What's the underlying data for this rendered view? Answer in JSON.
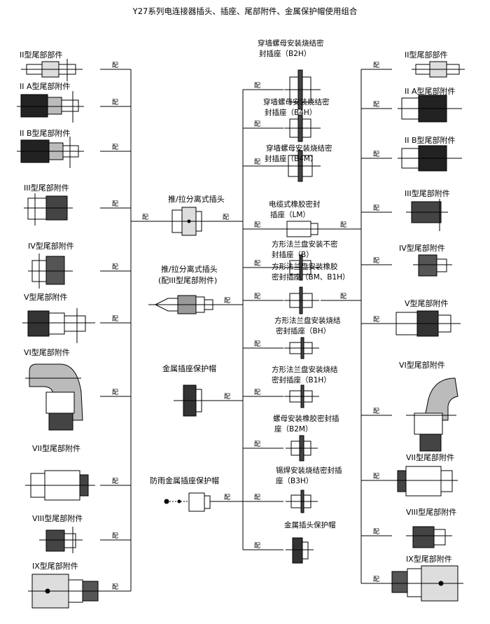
{
  "title": "Y27系列电连接器插头、插座、尾部附件、金属保护帽使用组合",
  "connector_word": "配",
  "left_accessories": [
    "II型尾部部件",
    "II A型尾部附件",
    "II B型尾部附件",
    "III型尾部附件",
    "IV型尾部附件",
    "V型尾部附件",
    "VI型尾部附件",
    "VII型尾部附件",
    "VIII型尾部附件",
    "IX型尾部附件"
  ],
  "plugs": {
    "push_pull": "推/拉分离式插头",
    "push_pull_iii_1": "推/拉分离式插头",
    "push_pull_iii_2": "(配III型尾部附件)",
    "metal_socket_cap": "金属插座保护帽",
    "rainproof_cap": "防雨金属插座保护帽"
  },
  "sockets": [
    {
      "l1": "穿墙螺母安装烧结密",
      "l2": "封插座（B2H）"
    },
    {
      "l1": "穿墙螺母安装烧结密",
      "l2": "封插座（B4H）"
    },
    {
      "l1": "穿墙螺母安装烧结密",
      "l2": "封插座（B4M）"
    },
    {
      "l1": "电缆式橡胶密封",
      "l2": "插座（LM）"
    },
    {
      "l1": "方形法兰盘安装不密",
      "l2": "封插座（B）"
    },
    {
      "l1": "方形法兰盘安装橡胶",
      "l2": "密封插座（BM、B1H）"
    },
    {
      "l1": "方形法兰盘安装烧结",
      "l2": "密封插座（BH）"
    },
    {
      "l1": "方形法兰盘安装烧结",
      "l2": "密封插座（B1H）"
    },
    {
      "l1": "螺母安装橡胶密封插",
      "l2": "座（B2M）"
    },
    {
      "l1": "锡焊安装烧结密封插",
      "l2": "座（B3H）"
    },
    {
      "l1": "金属插头保护帽",
      "l2": ""
    }
  ],
  "right_accessories": [
    "II型尾部部件",
    "II A型尾部附件",
    "II B型尾部附件",
    "III型尾部附件",
    "IV型尾部附件",
    "V型尾部附件",
    "VI型尾部附件",
    "VII型尾部附件",
    "VIII型尾部附件",
    "IX型尾部附件"
  ]
}
